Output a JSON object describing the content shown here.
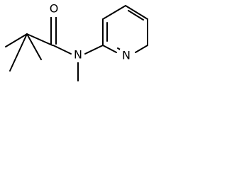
{
  "structure": {
    "atom_labels": {
      "oxygen": "O",
      "amide_nitrogen": "N",
      "pyridine_nitrogen": "N"
    },
    "colors": {
      "bond": "#000000",
      "label": "#000000",
      "background": "#ffffff"
    }
  }
}
